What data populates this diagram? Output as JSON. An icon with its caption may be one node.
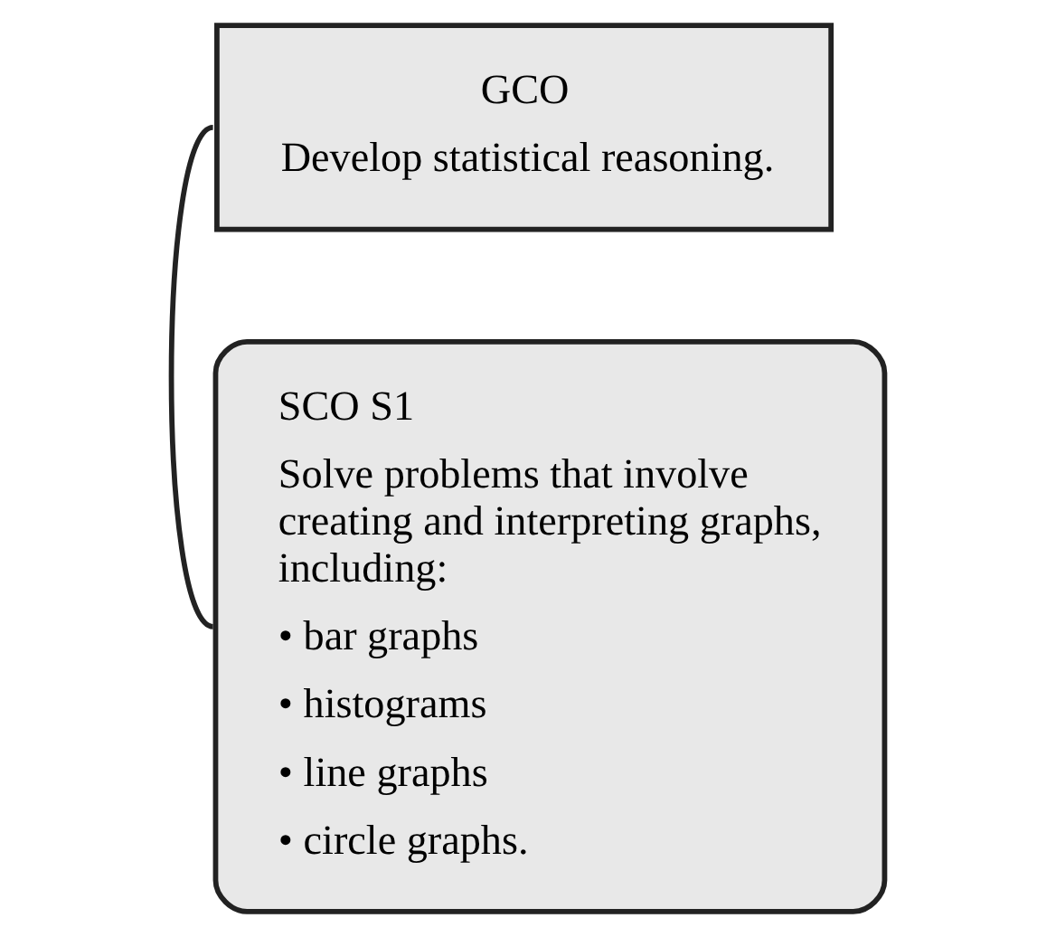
{
  "diagram": {
    "nodes": [
      {
        "text": [
          "GCO",
          "Develop statistical reasoning."
        ]
      },
      {
        "text": [
          "SCO S1",
          "Solve problems that involve creating and interpreting graphs, including:",
          "• bar graphs",
          "• histograms",
          "• line graphs",
          "• circle graphs."
        ]
      }
    ],
    "edges": [
      {
        "from": 0,
        "to": 1,
        "arrow": "none"
      }
    ]
  }
}
